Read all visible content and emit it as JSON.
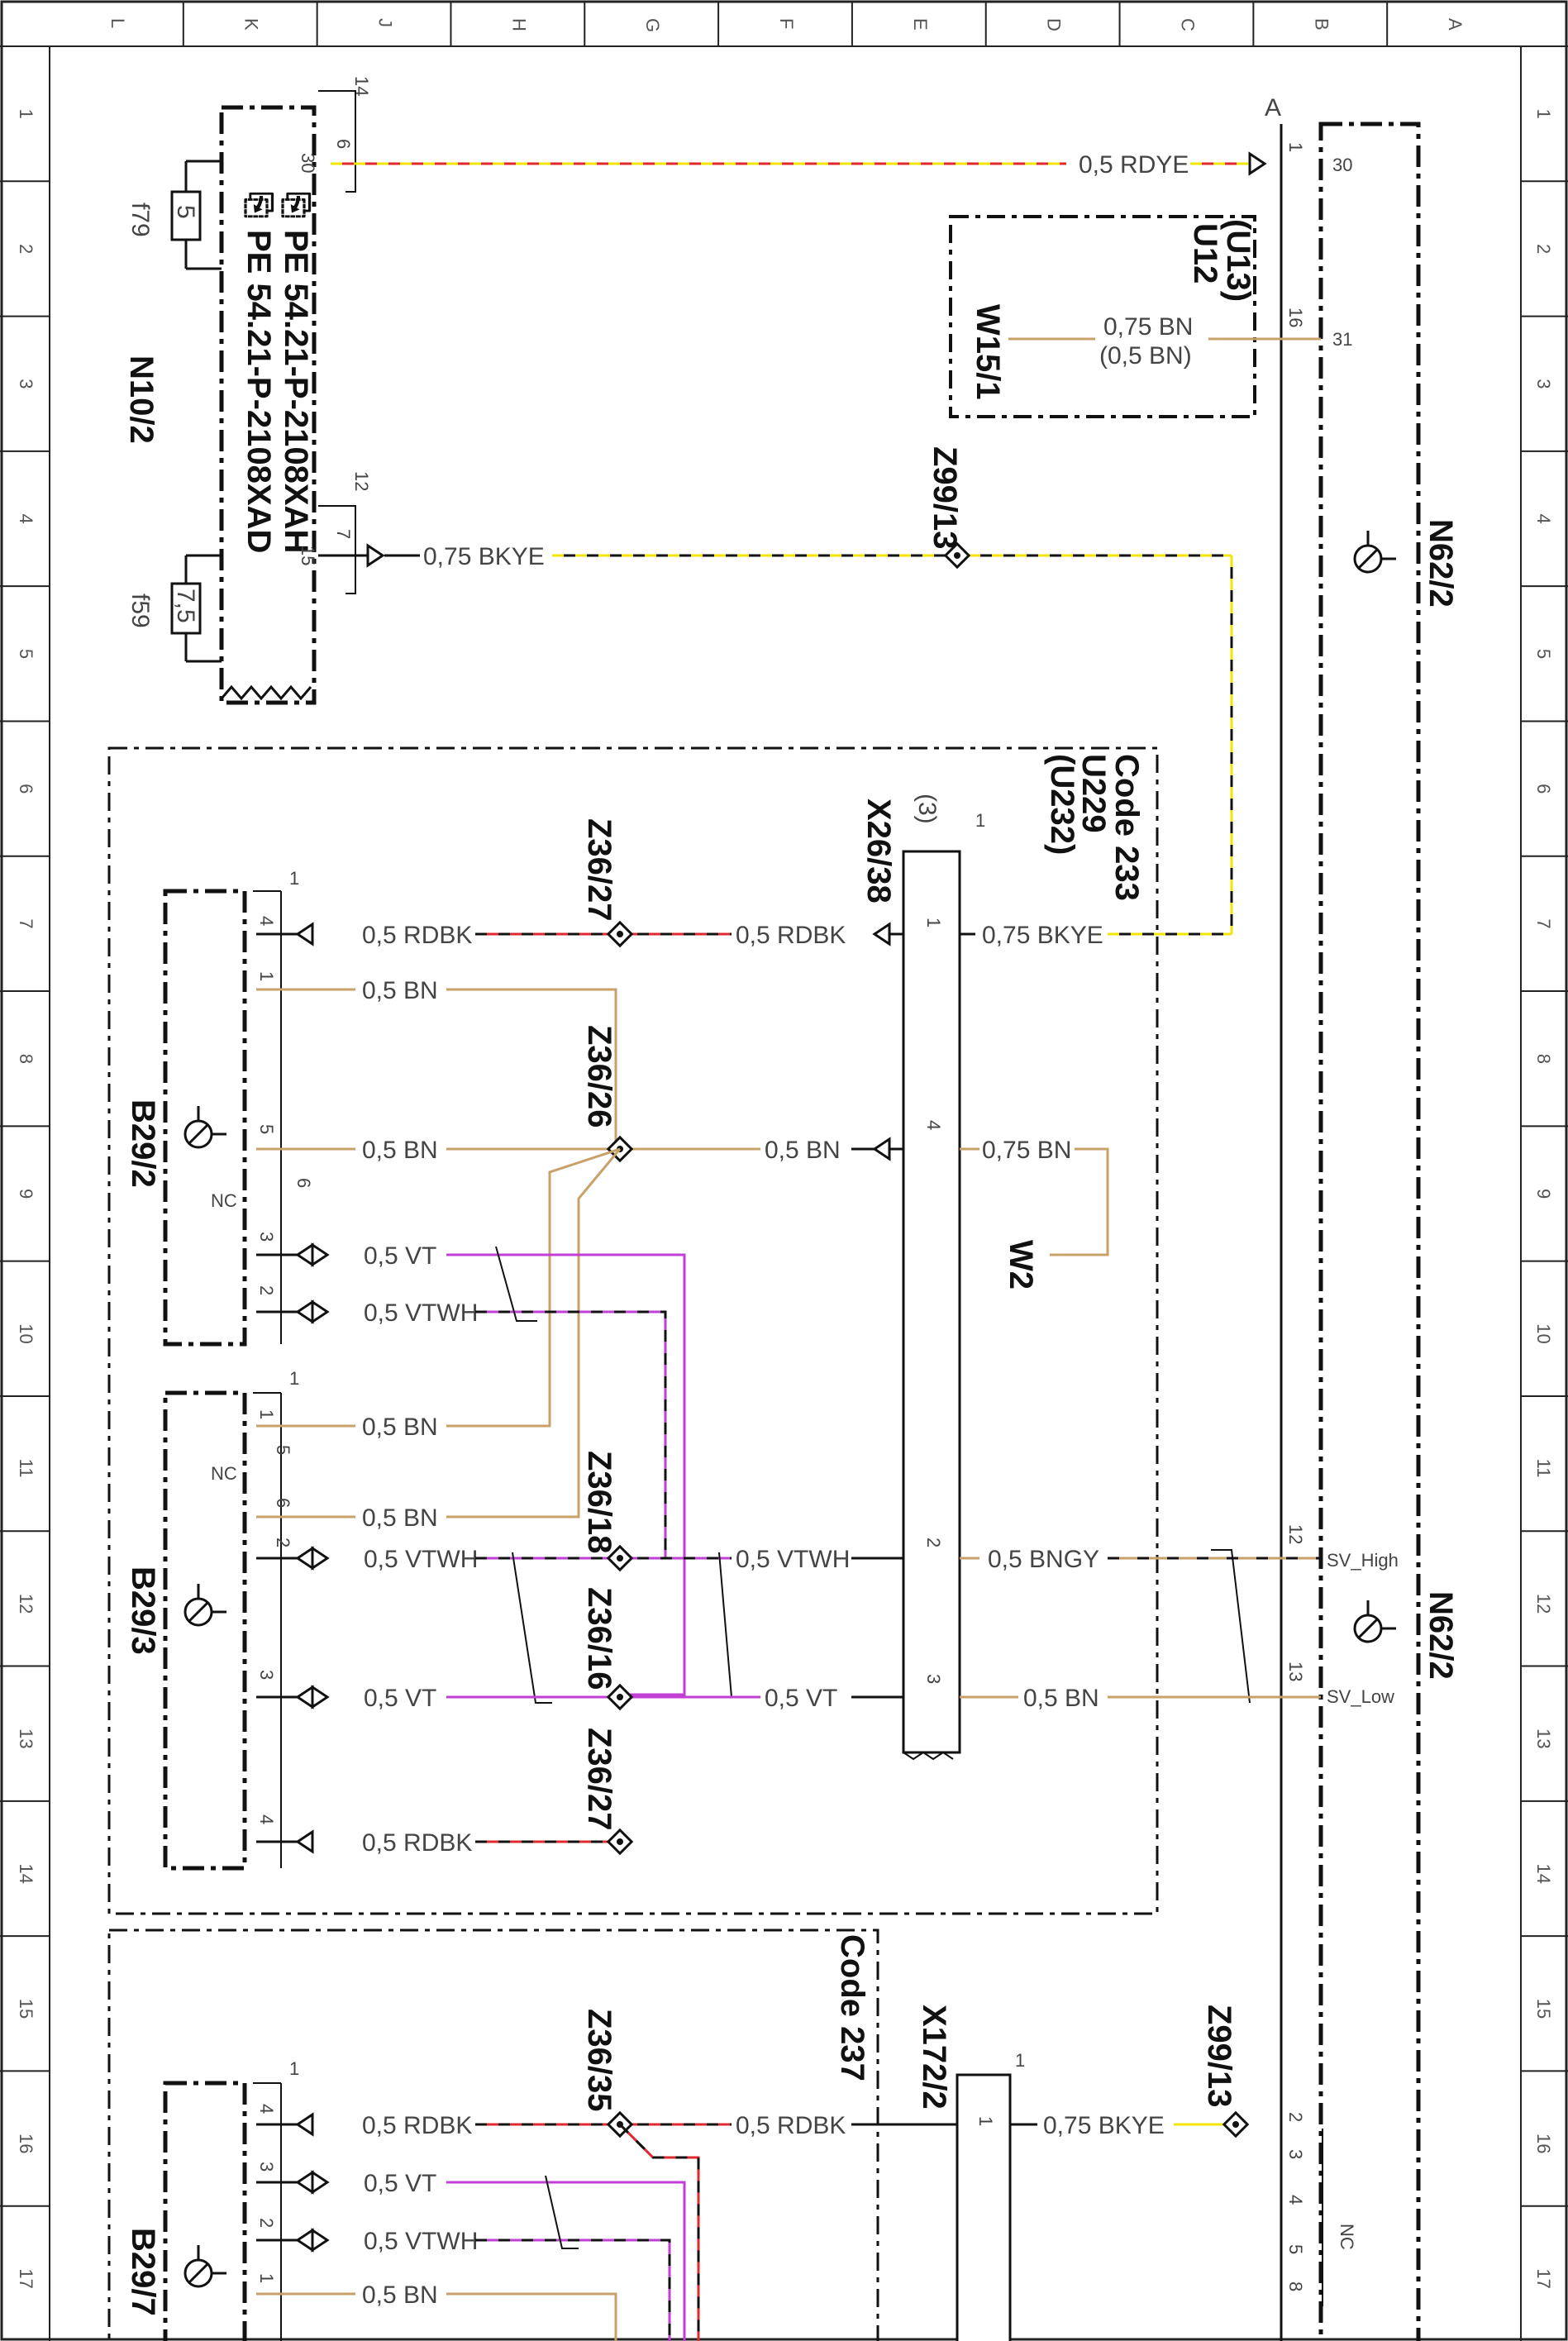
{
  "grid": {
    "columns": [
      "L",
      "K",
      "J",
      "H",
      "G",
      "F",
      "E",
      "D",
      "C",
      "B",
      "A"
    ],
    "rows": [
      "1",
      "2",
      "3",
      "4",
      "5",
      "6",
      "7",
      "8",
      "9",
      "10",
      "11",
      "12",
      "13",
      "14",
      "15",
      "16",
      "17"
    ]
  },
  "components": {
    "n10_2": "N10/2",
    "f79": "f79",
    "f79_rating": "5",
    "f59": "f59",
    "f59_rating": "7,5",
    "pe1": "PE 54.21-P-2108XAD",
    "pe2": "PE 54.21-P-2108XAH",
    "conn14": "14",
    "conn12": "12",
    "u12": "U12",
    "u13": "(U13)",
    "w15_1": "W15/1",
    "z99_13_top": "Z99/13",
    "z99_13_bot": "Z99/13",
    "n62_2_top": "N62/2",
    "n62_2_mid": "N62/2",
    "code233": "Code 233",
    "u229": "U229",
    "u232": "(U232)",
    "x26_38": "X26/38",
    "x26_38_paren": "(3)",
    "z36_27a": "Z36/27",
    "z36_26": "Z36/26",
    "z36_18": "Z36/18",
    "z36_16": "Z36/16",
    "z36_27b": "Z36/27",
    "z36_35": "Z36/35",
    "b29_2": "B29/2",
    "b29_3": "B29/3",
    "b29_7": "B29/7",
    "w2": "W2",
    "code237": "Code 237",
    "x172_2": "X172/2",
    "nc": "NC",
    "point_a": "A"
  },
  "wires": {
    "rdye": "0,5 RDYE",
    "bn075": "0,75 BN",
    "bn05p": "(0,5 BN)",
    "bkye": "0,75 BKYE",
    "bkye2": "0,75 BKYE",
    "bkye3": "0,75 BKYE",
    "rdbk_b29_2": "0,5 RDBK",
    "rdbk_x26": "0,5 RDBK",
    "bn_b29_2_1": "0,5 BN",
    "bn_b29_2_5": "0,5 BN",
    "bn_x26_4": "0,5 BN",
    "bn_w2": "0,75 BN",
    "vt_b29_2": "0,5 VT",
    "vtwh_b29_2": "0,5 VTWH",
    "bn_b29_3_1": "0,5 BN",
    "bn_b29_3_6": "0,5 BN",
    "vtwh_b29_3": "0,5 VTWH",
    "vtwh_x26": "0,5 VTWH",
    "bngy": "0,5 BNGY",
    "vt_b29_3": "0,5 VT",
    "vt_x26": "0,5 VT",
    "bn_sv_low": "0,5 BN",
    "rdbk_b29_3": "0,5 RDBK",
    "rdbk_b29_7": "0,5 RDBK",
    "rdbk_x172": "0,5 RDBK",
    "vt_b29_7": "0,5 VT",
    "vtwh_b29_7": "0,5 VTWH",
    "bn_b29_7": "0,5 BN"
  },
  "pins": {
    "n10_30": "30",
    "n10_15": "15",
    "n10_6": "6",
    "n10_7": "7",
    "n62_1": "1",
    "n62_30": "30",
    "n62_16": "16",
    "n62_31": "31",
    "n62_12": "12",
    "n62_sv_high": "SV_High",
    "n62_13": "13",
    "n62_sv_low": "SV_Low",
    "n62_2": "2",
    "n62_3": "3",
    "n62_4": "4",
    "n62_5": "5",
    "n62_8": "8",
    "x26_1": "1",
    "x26_4": "4",
    "x26_2": "2",
    "x26_3": "3",
    "x26_top": "1",
    "b29_2_1top": "1",
    "b29_2_4": "4",
    "b29_2_1": "1",
    "b29_2_5": "5",
    "b29_2_6": "6",
    "b29_2_3": "3",
    "b29_2_2": "2",
    "b29_3_1top": "1",
    "b29_3_1": "1",
    "b29_3_5": "5",
    "b29_3_6": "6",
    "b29_3_2": "2",
    "b29_3_3": "3",
    "b29_3_4": "4",
    "b29_7_1top": "1",
    "b29_7_4": "4",
    "b29_7_3": "3",
    "b29_7_2": "2",
    "b29_7_1": "1",
    "x172_1": "1",
    "x172_top": "1"
  },
  "colors": {
    "red": "#e0282f",
    "yellow": "#f2e600",
    "brown": "#c8a06a",
    "violet": "#c23fd6",
    "black": "#111111",
    "frame": "#222222"
  }
}
